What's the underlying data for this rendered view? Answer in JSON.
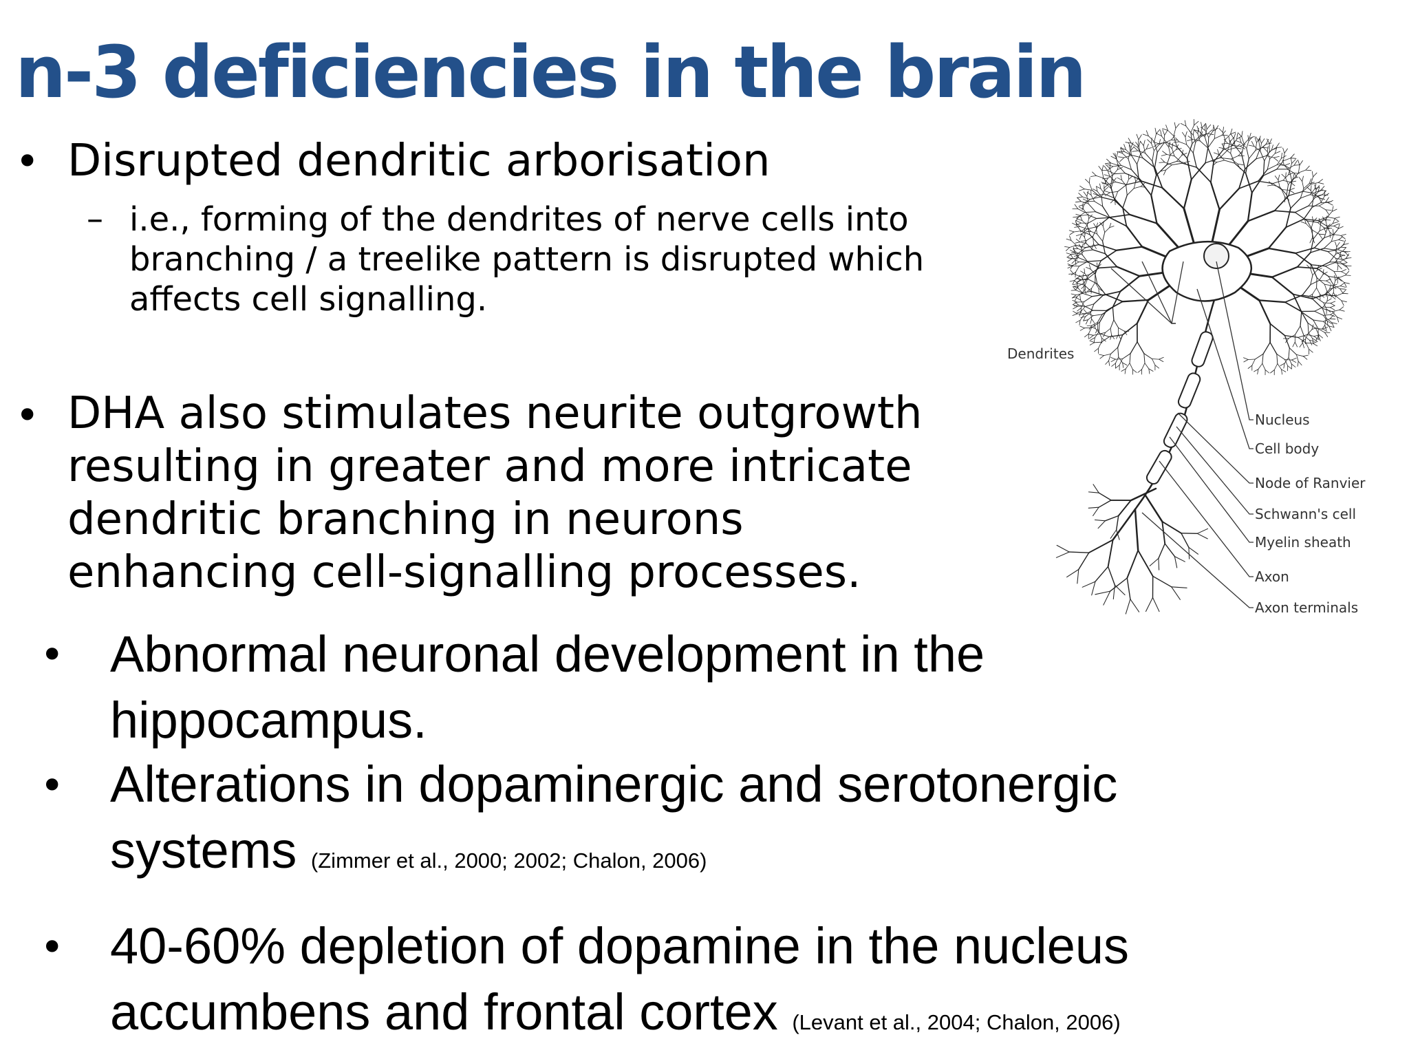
{
  "title": "n-3 deficiencies in the brain",
  "bullets": {
    "marker": "•",
    "dash": "–",
    "b1": "Disrupted dendritic arborisation",
    "b1_sub": "i.e., forming of the dendrites of nerve cells into branching / a treelike pattern is disrupted which affects cell signalling.",
    "b2": "DHA also stimulates neurite outgrowth resulting in greater and more intricate dendritic branching in neurons enhancing cell-signalling processes.",
    "b3": "Abnormal neuronal development in the hippocampus.",
    "b4": "Alterations in dopaminergic and serotonergic systems",
    "b4_cite": "(Zimmer et al., 2000; 2002; Chalon, 2006)",
    "b5": "40-60% depletion of dopamine in the nucleus accumbens and frontal cortex",
    "b5_cite": "(Levant et al., 2004; Chalon, 2006)"
  },
  "diagram": {
    "labels": {
      "dendrites": "Dendrites",
      "nucleus": "Nucleus",
      "cell_body": "Cell body",
      "node_of_ranvier": "Node of Ranvier",
      "schwanns_cell": "Schwann's cell",
      "myelin_sheath": "Myelin sheath",
      "axon": "Axon",
      "axon_terminals": "Axon terminals"
    }
  },
  "colors": {
    "title": "#23508a",
    "text": "#000000",
    "diagram": "#333333"
  }
}
